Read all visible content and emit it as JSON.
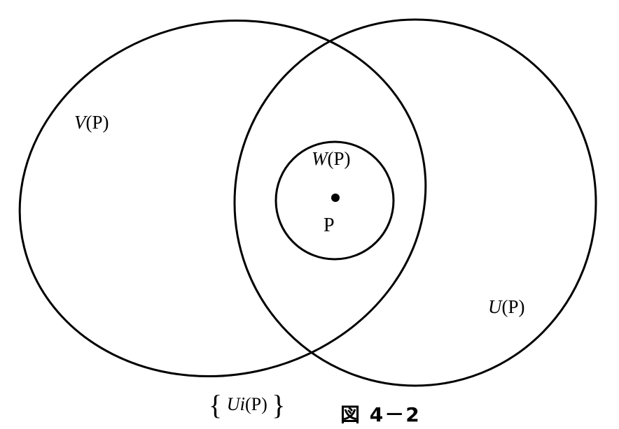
{
  "diagram": {
    "regions": {
      "v": {
        "name": "V",
        "arg": "(P)"
      },
      "w": {
        "name": "W",
        "arg": "(P)"
      },
      "u": {
        "name": "U",
        "arg": "(P)"
      }
    },
    "point": {
      "label": "P"
    },
    "family": {
      "open_brace": "{",
      "name": "U",
      "index": "i",
      "arg": "(P)",
      "close_brace": "}"
    }
  },
  "caption": "図 4－2"
}
